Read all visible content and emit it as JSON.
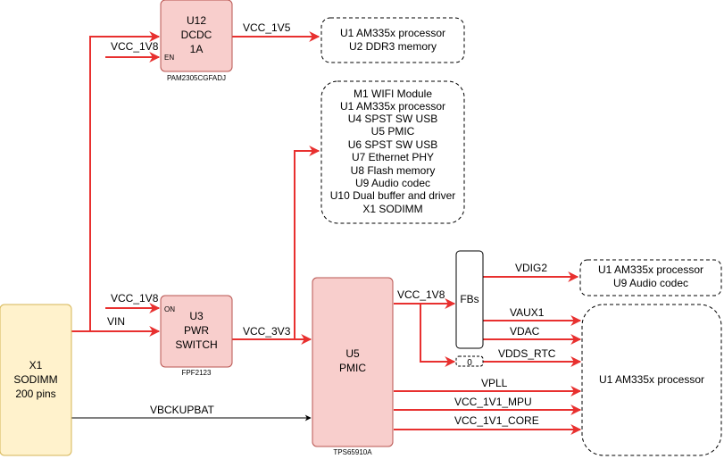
{
  "colors": {
    "wire": "#e8302f",
    "block_fill": "#f8cecc",
    "block_stroke": "#b85450",
    "sodimm_fill": "#fff2cc",
    "sodimm_stroke": "#d6b656",
    "note_stroke": "#000000"
  },
  "blocks": {
    "u12": {
      "lines": [
        "U12",
        "DCDC",
        "1A"
      ],
      "part": "PAM2305CGFADJ",
      "pin_en": "EN"
    },
    "u3": {
      "lines": [
        "U3",
        "PWR",
        "SWITCH"
      ],
      "part": "FPF2123",
      "pin_on": "ON"
    },
    "u5": {
      "lines": [
        "U5",
        "PMIC"
      ],
      "part": "TPS65910A"
    },
    "x1": {
      "lines": [
        "X1",
        "SODIMM",
        "200 pins"
      ]
    },
    "fbs": {
      "label": "FBs"
    },
    "zero": {
      "label": "0"
    }
  },
  "loads": {
    "vcc1v5_loads": [
      "U1 AM335x processor",
      "U2 DDR3 memory"
    ],
    "vcc3v3_loads": [
      "M1 WIFI Module",
      "U1 AM335x processor",
      "U4 SPST SW USB",
      "U5 PMIC",
      "U6 SPST SW USB",
      "U7 Ethernet PHY",
      "U8 Flash memory",
      "U9 Audio codec",
      "U10 Dual buffer and driver",
      "X1 SODIMM"
    ],
    "vdig2_loads": [
      "U1 AM335x processor",
      "U9 Audio codec"
    ],
    "processor": [
      "U1 AM335x processor"
    ]
  },
  "nets": {
    "vcc_1v8_top": "VCC_1V8",
    "vcc_1v5": "VCC_1V5",
    "vcc_1v8_u3": "VCC_1V8",
    "vin": "VIN",
    "vcc_3v3": "VCC_3V3",
    "vbckupbat": "VBCKUPBAT",
    "vcc_1v8_pmic": "VCC_1V8",
    "vdig2": "VDIG2",
    "vaux1": "VAUX1",
    "vdac": "VDAC",
    "vdds_rtc": "VDDS_RTC",
    "vpll": "VPLL",
    "vcc_1v1_mpu": "VCC_1V1_MPU",
    "vcc_1v1_core": "VCC_1V1_CORE"
  }
}
